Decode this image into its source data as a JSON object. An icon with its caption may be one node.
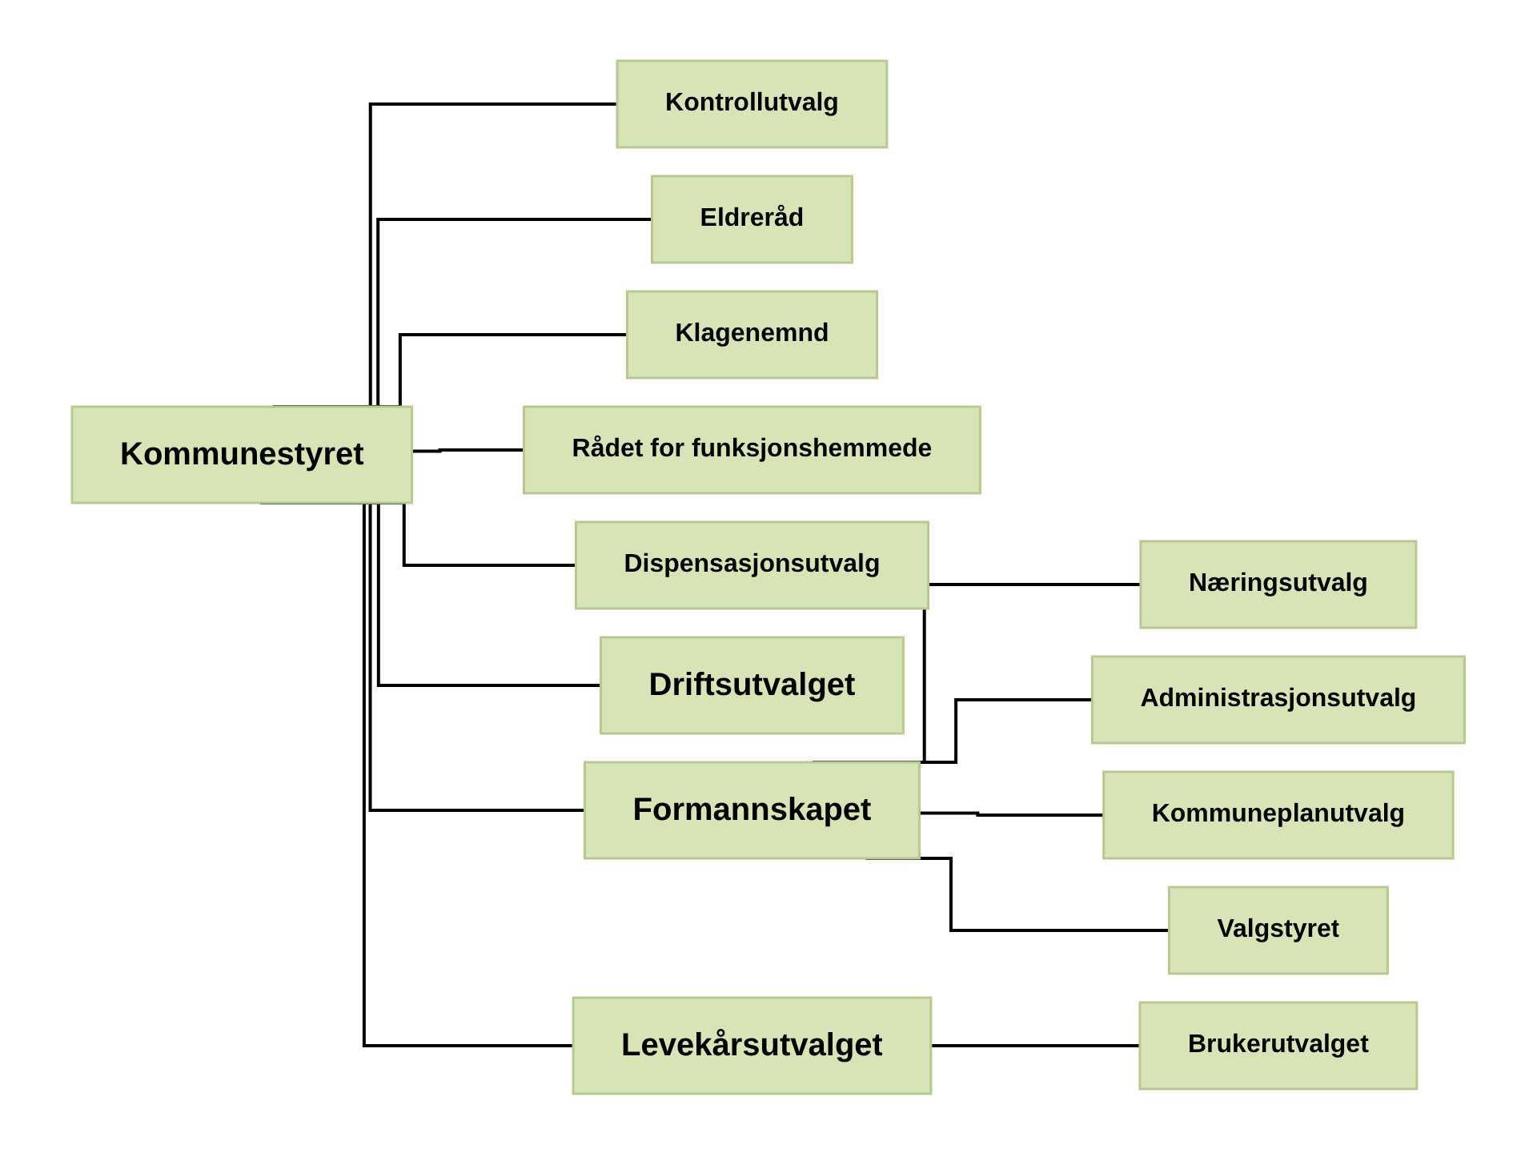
{
  "diagram": {
    "nodes": [
      {
        "text": [
          "Kommunestyret"
        ]
      },
      {
        "text": [
          "Kontrollutvalg"
        ]
      },
      {
        "text": [
          "Eldreråd"
        ]
      },
      {
        "text": [
          "Klagenemnd"
        ]
      },
      {
        "text": [
          "Rådet for funksjonshemmede"
        ]
      },
      {
        "text": [
          "Dispensasjonsutvalg"
        ]
      },
      {
        "text": [
          "Driftsutvalget"
        ]
      },
      {
        "text": [
          "Formannskapet"
        ]
      },
      {
        "text": [
          "Levekårsutvalget"
        ]
      },
      {
        "text": [
          "Næringsutvalg"
        ]
      },
      {
        "text": [
          "Administrasjonsutvalg"
        ]
      },
      {
        "text": [
          "Kommuneplanutvalg"
        ]
      },
      {
        "text": [
          "Valgstyret"
        ]
      },
      {
        "text": [
          "Brukerutvalget"
        ]
      }
    ],
    "edges": [
      {
        "from": 0,
        "to": 1,
        "arrow": "none"
      },
      {
        "from": 0,
        "to": 2,
        "arrow": "none"
      },
      {
        "from": 0,
        "to": 3,
        "arrow": "none"
      },
      {
        "from": 0,
        "to": 4,
        "arrow": "none"
      },
      {
        "from": 0,
        "to": 5,
        "arrow": "none"
      },
      {
        "from": 0,
        "to": 6,
        "arrow": "none"
      },
      {
        "from": 0,
        "to": 7,
        "arrow": "none"
      },
      {
        "from": 0,
        "to": 8,
        "arrow": "none"
      },
      {
        "from": 7,
        "to": 9,
        "arrow": "none"
      },
      {
        "from": 7,
        "to": 10,
        "arrow": "none"
      },
      {
        "from": 7,
        "to": 11,
        "arrow": "none"
      },
      {
        "from": 7,
        "to": 12,
        "arrow": "none"
      },
      {
        "from": 8,
        "to": 13,
        "arrow": "none"
      }
    ]
  }
}
